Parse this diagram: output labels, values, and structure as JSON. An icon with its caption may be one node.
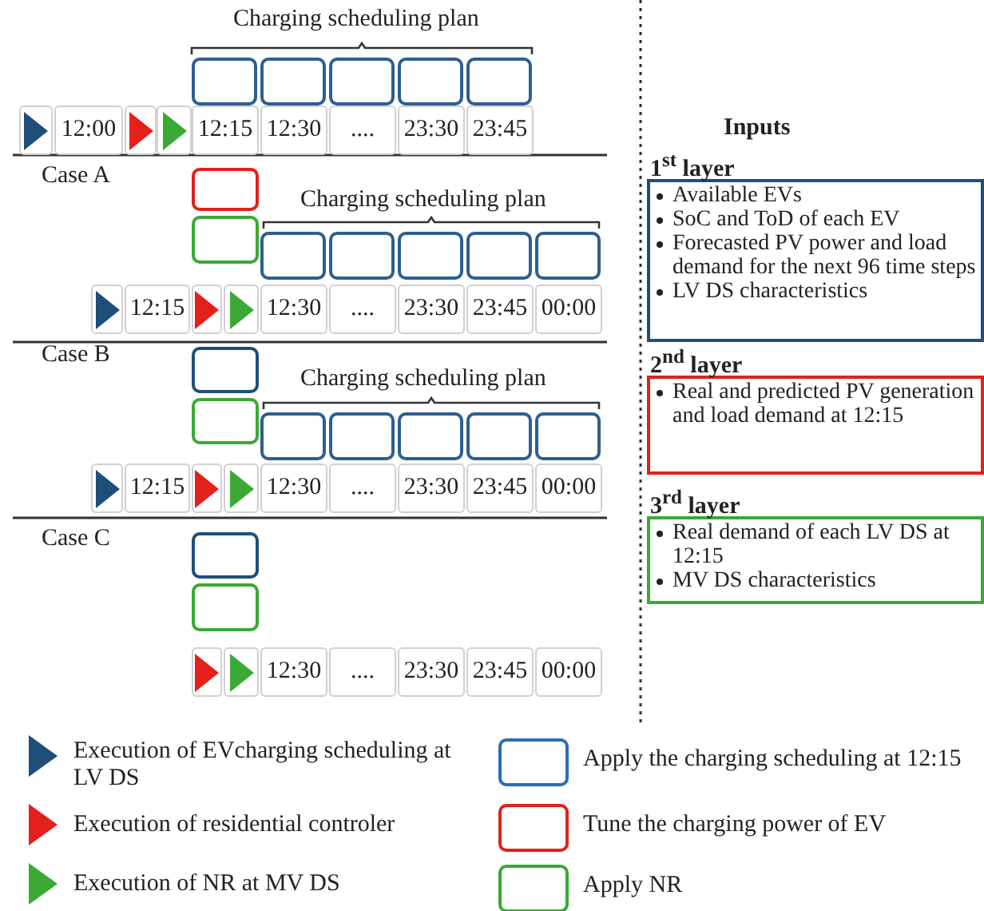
{
  "diagram": {
    "nodes": [
      {
        "text": [],
        "shape": "box"
      },
      {
        "text": [],
        "shape": "box"
      },
      {
        "text": [],
        "shape": "box"
      },
      {
        "text": [],
        "shape": "box"
      },
      {
        "text": [],
        "shape": "box"
      },
      {
        "text": [],
        "shape": "triangle"
      },
      {
        "text": [
          "12:00"
        ]
      },
      {
        "text": [],
        "shape": "triangle"
      },
      {
        "text": [],
        "shape": "triangle"
      },
      {
        "text": [
          "12:15"
        ]
      },
      {
        "text": [
          "12:30"
        ]
      },
      {
        "text": [
          "...."
        ]
      },
      {
        "text": [
          "23:30"
        ]
      },
      {
        "text": [
          "23:45"
        ]
      },
      {
        "text": [],
        "shape": "box"
      },
      {
        "text": [],
        "shape": "box"
      },
      {
        "text": [],
        "shape": "box"
      },
      {
        "text": [],
        "shape": "box"
      },
      {
        "text": [],
        "shape": "box"
      },
      {
        "text": [],
        "shape": "box"
      },
      {
        "text": [],
        "shape": "box"
      },
      {
        "text": [],
        "shape": "triangle"
      },
      {
        "text": [
          "12:15"
        ]
      },
      {
        "text": [],
        "shape": "triangle"
      },
      {
        "text": [],
        "shape": "triangle"
      },
      {
        "text": [
          "12:30"
        ]
      },
      {
        "text": [
          "...."
        ]
      },
      {
        "text": [
          "23:30"
        ]
      },
      {
        "text": [
          "23:45"
        ]
      },
      {
        "text": [
          "00:00"
        ]
      },
      {
        "text": [],
        "shape": "box"
      },
      {
        "text": [],
        "shape": "box"
      },
      {
        "text": [],
        "shape": "box"
      },
      {
        "text": [],
        "shape": "box"
      },
      {
        "text": [],
        "shape": "box"
      },
      {
        "text": [],
        "shape": "box"
      },
      {
        "text": [],
        "shape": "box"
      },
      {
        "text": [],
        "shape": "triangle"
      },
      {
        "text": [
          "12:15"
        ]
      },
      {
        "text": [],
        "shape": "triangle"
      },
      {
        "text": [],
        "shape": "triangle"
      },
      {
        "text": [
          "12:30"
        ]
      },
      {
        "text": [
          "...."
        ]
      },
      {
        "text": [
          "23:30"
        ]
      },
      {
        "text": [
          "23:45"
        ]
      },
      {
        "text": [
          "00:00"
        ]
      },
      {
        "text": [],
        "shape": "box"
      },
      {
        "text": [],
        "shape": "box"
      },
      {
        "text": [],
        "shape": "triangle"
      },
      {
        "text": [],
        "shape": "triangle"
      },
      {
        "text": [
          "12:30"
        ]
      },
      {
        "text": [
          "...."
        ]
      },
      {
        "text": [
          "23:30"
        ]
      },
      {
        "text": [
          "23:45"
        ]
      },
      {
        "text": [
          "00:00"
        ]
      },
      {
        "text": [
          "1$^{st}$ layer",
          "Available EVs",
          "SoC and ToD of each EV",
          "Forecasted PV power and load demand for the next 96 time steps",
          "LV DS characteristics"
        ]
      },
      {
        "text": [
          "2$^{nd}$ layer",
          "Real and predicted PV generation and load demand at 12:15"
        ]
      },
      {
        "text": [
          "3$^{rd}$ layer",
          "Real demand of each LV DS at 12:15",
          "MV DS characteristics"
        ]
      }
    ],
    "edges": [],
    "labels": [
      "Charging scheduling plan",
      "Case A",
      "Charging scheduling plan",
      "Case B",
      "Charging scheduling plan",
      "Case C",
      "Inputs"
    ],
    "legend": [
      {
        "text": "Execution of EVcharging scheduling at LV DS"
      },
      {
        "text": "Apply the charging scheduling at 12:15"
      },
      {
        "text": "Execution of residential controler"
      },
      {
        "text": "Tune the charging power of EV"
      },
      {
        "text": "Execution of NR at MV DS"
      },
      {
        "text": "Apply NR"
      }
    ]
  }
}
